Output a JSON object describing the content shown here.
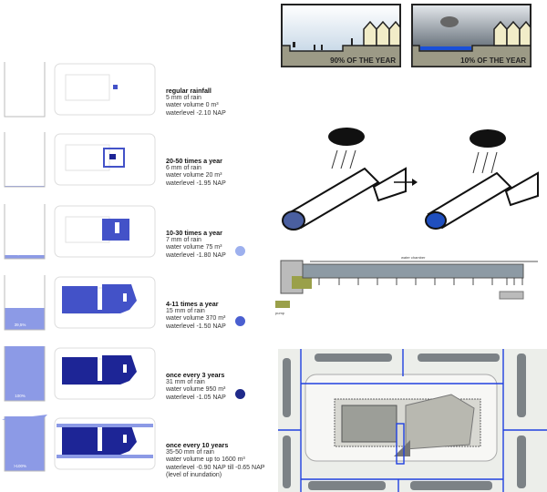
{
  "scenarios": [
    {
      "title": "regular rainfall",
      "rain": "5 mm of rain",
      "volume": "water volume 0 m³",
      "level": "waterlevel -2.10 NAP",
      "fill": "",
      "fill_fraction": 0
    },
    {
      "title": "20-50 times a year",
      "rain": "6 mm of rain",
      "volume": "water volume 20 m³",
      "level": "waterlevel -1.95 NAP",
      "fill": "2,0%",
      "fill_fraction": 0.02
    },
    {
      "title": "10-30 times a year",
      "rain": "7 mm of rain",
      "volume": "water volume 75 m³",
      "level": "waterlevel -1.80 NAP",
      "fill": "6,1%",
      "fill_fraction": 0.06
    },
    {
      "title": "4-11 times a year",
      "rain": "15 mm of rain",
      "volume": "water volume 370 m³",
      "level": "waterlevel -1.50 NAP",
      "fill": "39,5%",
      "fill_fraction": 0.395
    },
    {
      "title": "once every 3 years",
      "rain": "31 mm of rain",
      "volume": "water volume 950 m³",
      "level": "waterlevel -1.05 NAP",
      "fill": "100%",
      "fill_fraction": 1.0
    },
    {
      "title": "once every 10 years",
      "rain": "35-50 mm of rain",
      "volume": "water volume up to 1600 m³",
      "level": "waterlevel -0.90 NAP  till -0.65 NAP",
      "extra": "(level of inundation)",
      "fill": ">100%",
      "fill_fraction": 1.1
    }
  ],
  "legend_colors": [
    "#9db0ee",
    "#4a5fd0",
    "#1f2a8a"
  ],
  "panels": {
    "left": "90% OF THE YEAR",
    "right": "10% OF THE YEAR"
  },
  "section": {
    "chamber": "water chamber",
    "pump": "pump"
  },
  "colors": {
    "water": "#4352c8",
    "water_dark": "#1d2596",
    "water_light": "#8c9ae6",
    "ground": "#9c9a86"
  }
}
